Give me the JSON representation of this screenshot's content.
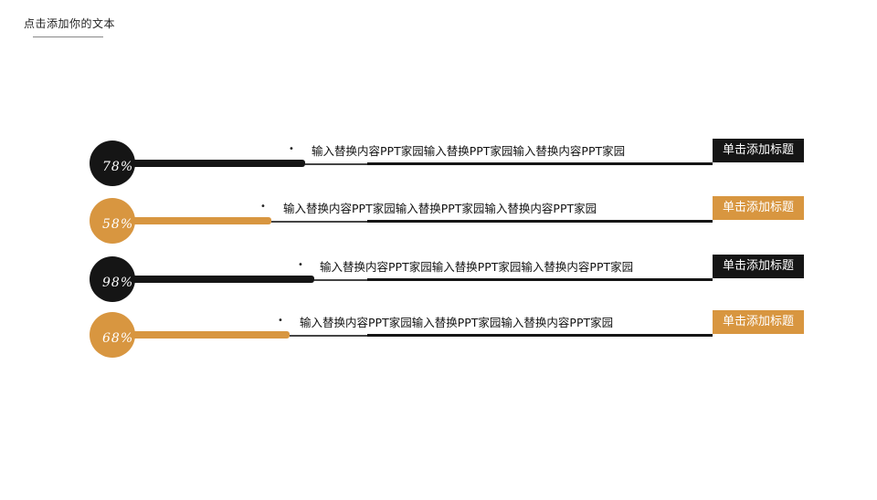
{
  "header": {
    "title": "点击添加你的文本"
  },
  "colors": {
    "dark": "#151515",
    "gold": "#d89640"
  },
  "rows": [
    {
      "percent": "78%",
      "value": 78,
      "color": "dark",
      "bullet": "•",
      "description": "输入替换内容PPT家园输入替换PPT家园输入替换内容PPT家园",
      "title": "单击添加标题"
    },
    {
      "percent": "58%",
      "value": 58,
      "color": "gold",
      "bullet": "•",
      "description": "输入替换内容PPT家园输入替换PPT家园输入替换内容PPT家园",
      "title": "单击添加标题"
    },
    {
      "percent": "98%",
      "value": 98,
      "color": "dark",
      "bullet": "•",
      "description": "输入替换内容PPT家园输入替换PPT家园输入替换内容PPT家园",
      "title": "单击添加标题"
    },
    {
      "percent": "68%",
      "value": 68,
      "color": "gold",
      "bullet": "•",
      "description": "输入替换内容PPT家园输入替换PPT家园输入替换内容PPT家园",
      "title": "单击添加标题"
    }
  ]
}
